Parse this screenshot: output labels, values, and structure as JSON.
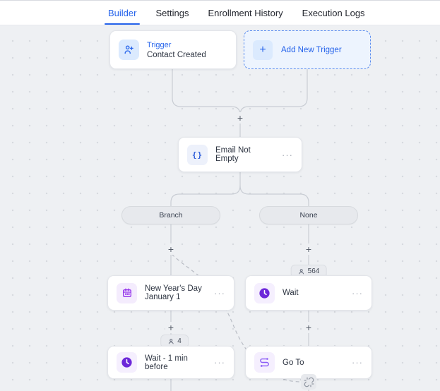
{
  "tabs": {
    "items": [
      {
        "label": "Builder",
        "active": true
      },
      {
        "label": "Settings",
        "active": false
      },
      {
        "label": "Enrollment History",
        "active": false
      },
      {
        "label": "Execution Logs",
        "active": false
      }
    ]
  },
  "trigger_card": {
    "title": "Trigger",
    "subtitle": "Contact Created"
  },
  "add_trigger": {
    "label": "Add New Trigger"
  },
  "condition_node": {
    "label": "Email Not Empty"
  },
  "branch_pills": {
    "left": "Branch",
    "right": "None"
  },
  "nodes": {
    "new_years": {
      "label": "New Year's Day January 1"
    },
    "wait": {
      "label": "Wait",
      "badge": "564"
    },
    "wait_before": {
      "label": "Wait - 1 min before",
      "badge": "4"
    },
    "goto": {
      "label": "Go To"
    }
  },
  "ui": {
    "plus": "+",
    "ellipsis": "···"
  },
  "colors": {
    "accent_blue": "#2563eb",
    "icon_purple": "#8b5cf6",
    "clock_purple": "#6d28d9",
    "canvas_bg": "#eef0f3"
  }
}
